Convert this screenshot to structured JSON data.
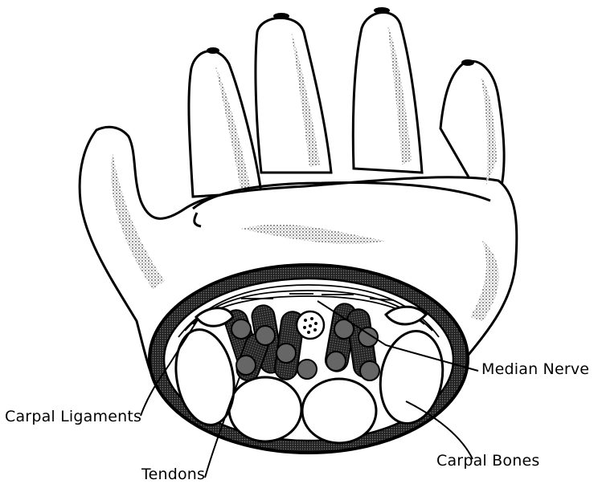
{
  "labels": {
    "median_nerve": "Median Nerve",
    "carpal_ligaments": "Carpal Ligaments",
    "tendons": "Tendons",
    "carpal_bones": "Carpal Bones"
  }
}
